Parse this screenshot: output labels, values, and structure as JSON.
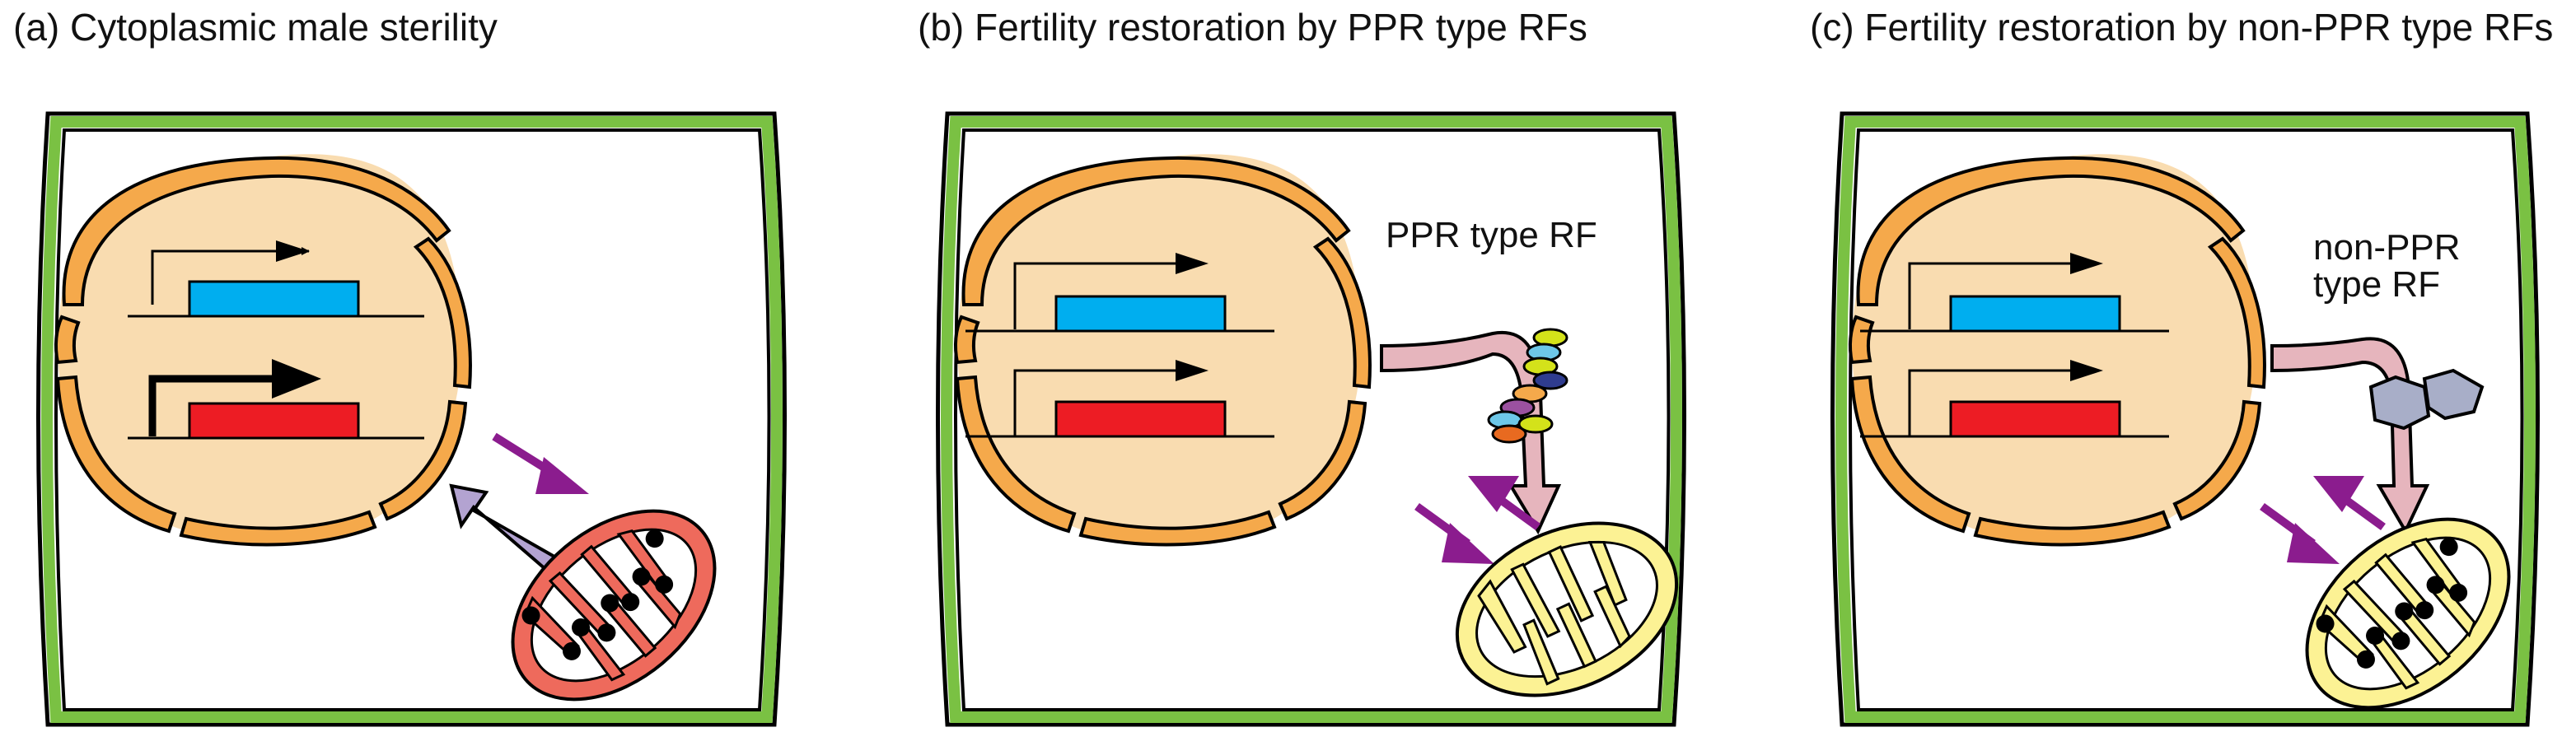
{
  "colors": {
    "cell_wall": "#7ac143",
    "nucleus_fill": "#f9dcb0",
    "nuclear_envelope": "#f5a94b",
    "gene_blue": "#00aeef",
    "gene_red": "#ed1c24",
    "mito_sterile": "#ee6a5c",
    "mito_restored": "#fcf294",
    "signal_arrow": "#8b1c8e",
    "retrograde_arrow": "#b3a3d1",
    "rf_arrow": "#e6b5bd",
    "non_ppr_protein": "#a8aec8",
    "ppr_domains": [
      "#d4e21a",
      "#6dc7e8",
      "#2f3c8f",
      "#f5a94b",
      "#e86a20",
      "#9b51a0"
    ]
  },
  "panels": [
    {
      "id": "a",
      "title": "(a) Cytoplasmic male sterility"
    },
    {
      "id": "b",
      "title": "(b) Fertility restoration by PPR type RFs",
      "protein_label": [
        "PPR type RF"
      ]
    },
    {
      "id": "c",
      "title": "(c) Fertility restoration by non-PPR type RFs",
      "protein_label": [
        "non-PPR",
        "type RF"
      ]
    }
  ]
}
